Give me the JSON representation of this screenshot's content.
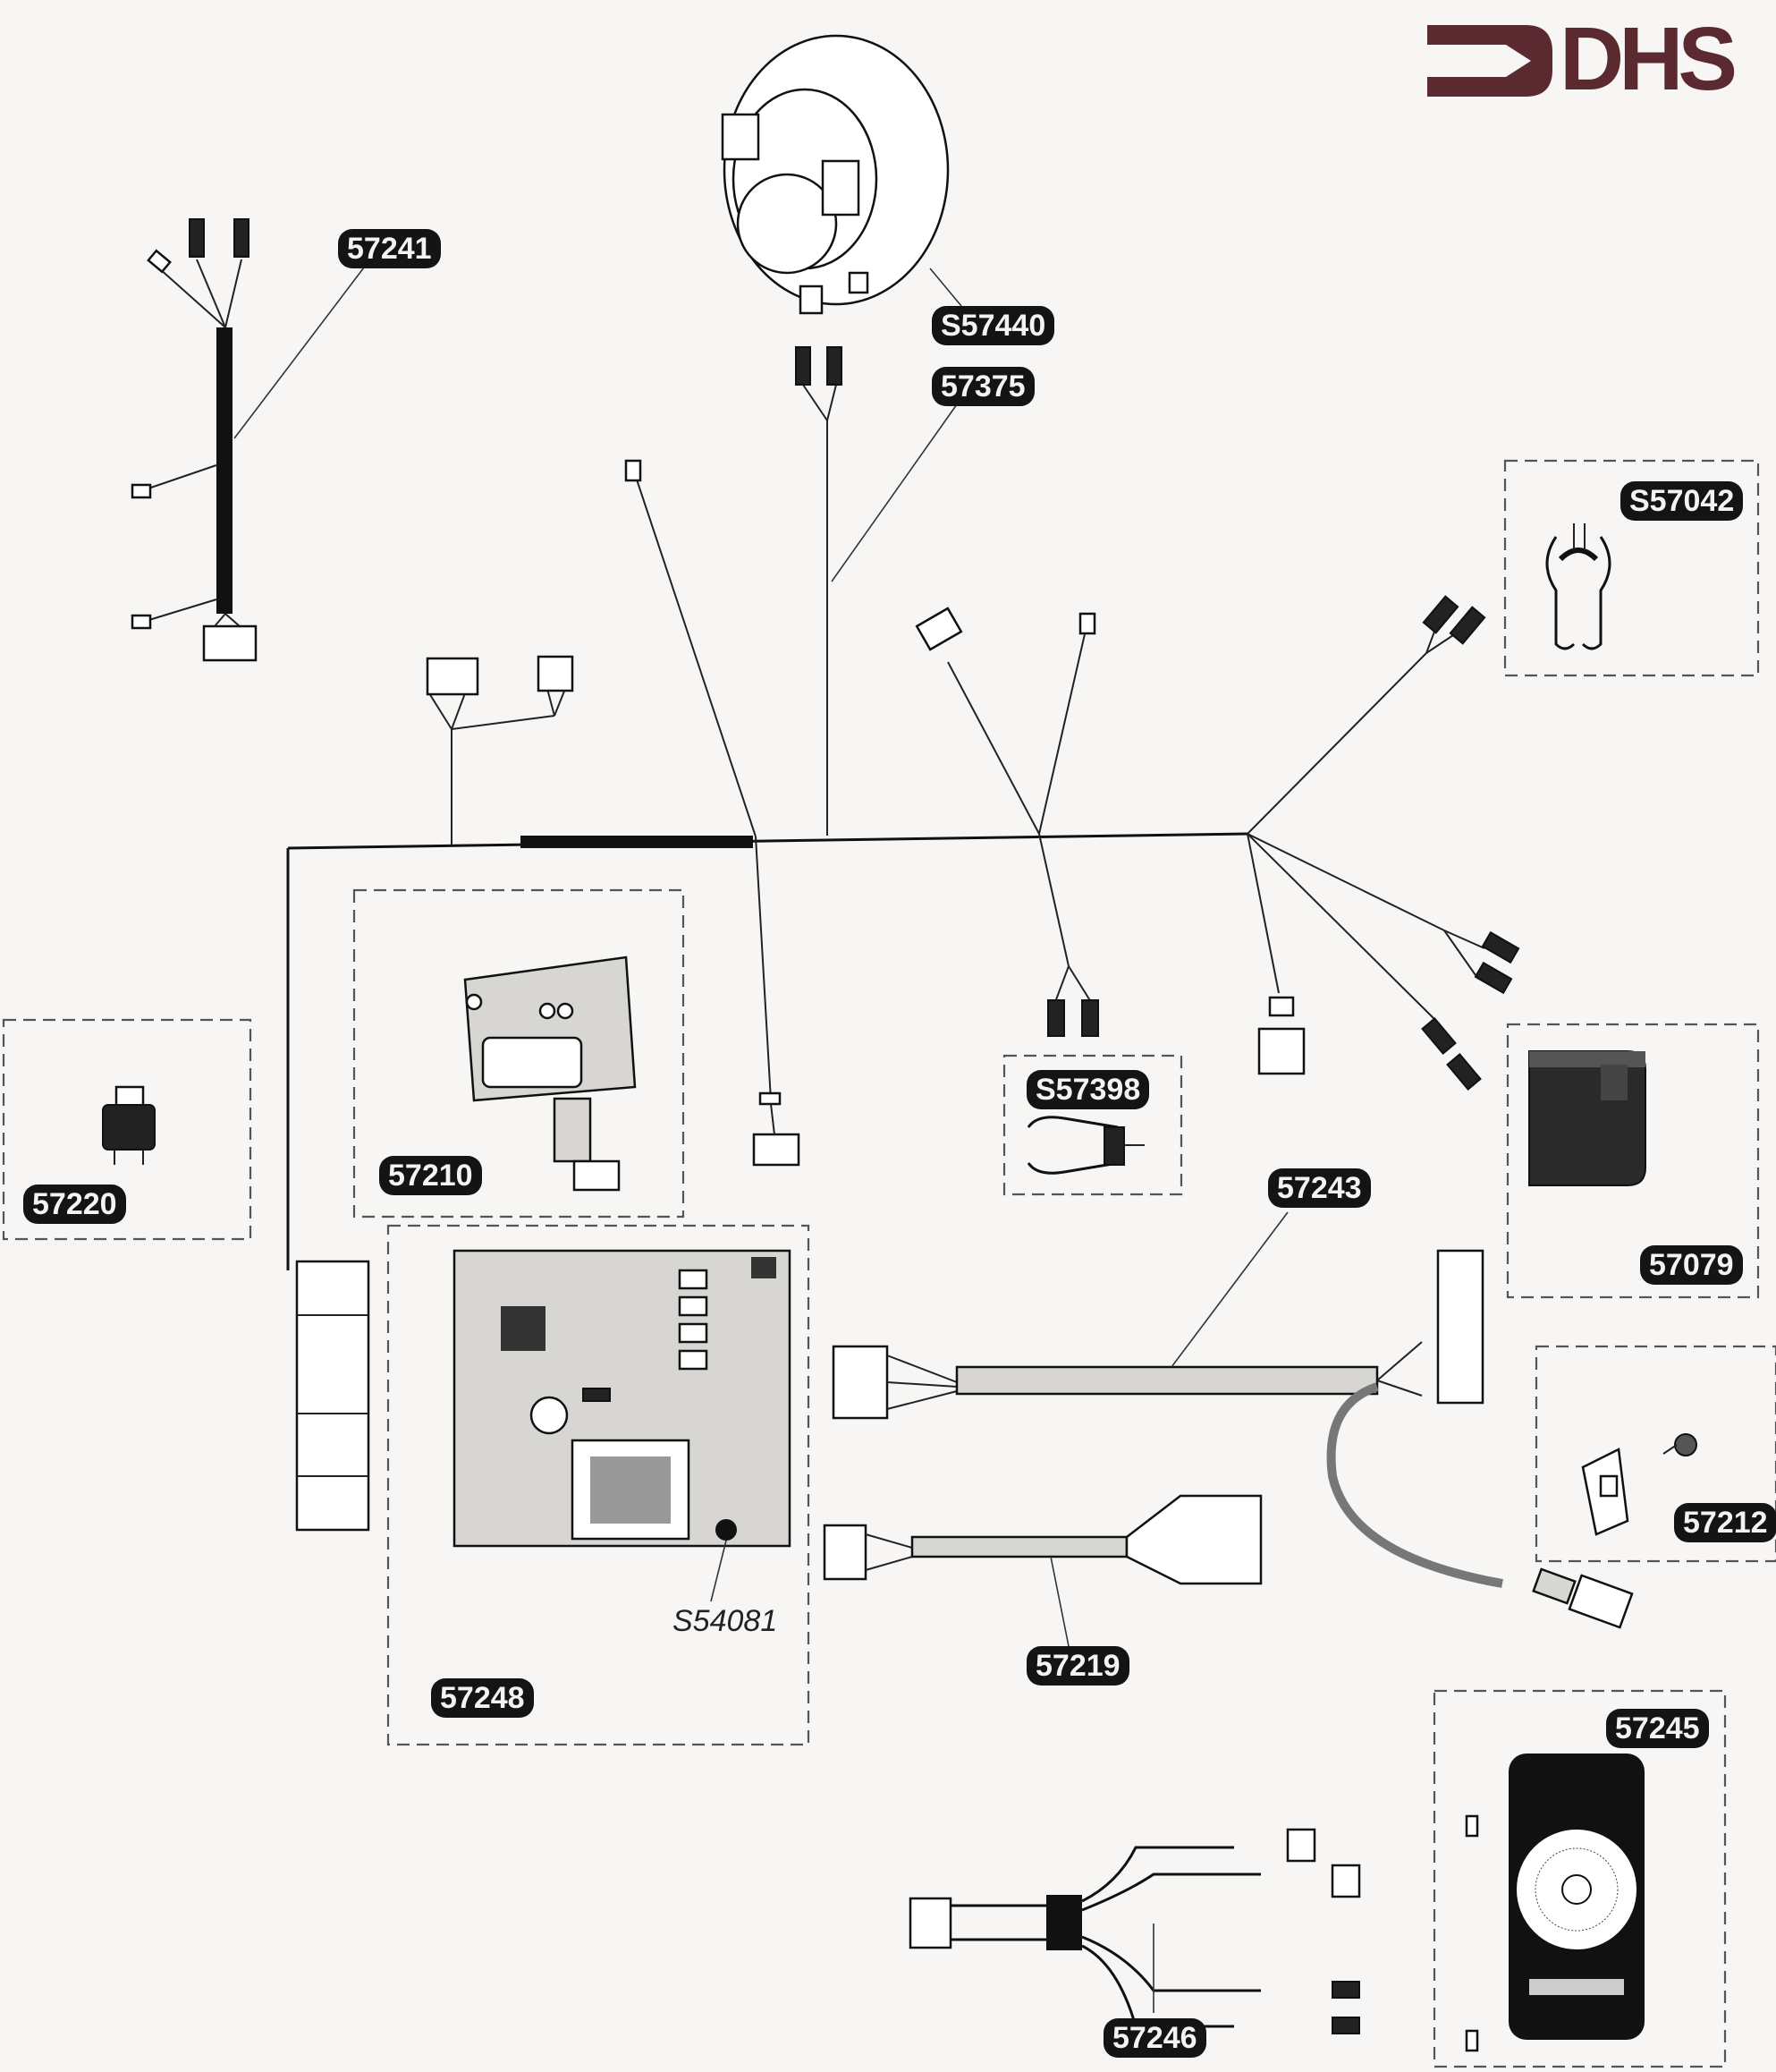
{
  "logo": {
    "text": "DHS",
    "color": "#5a2a30"
  },
  "parts": {
    "p57241": "57241",
    "pS57440": "S57440",
    "p57375": "57375",
    "pS57042": "S57042",
    "p57210": "57210",
    "p57220": "57220",
    "pS57398": "S57398",
    "p57243": "57243",
    "p57079": "57079",
    "p57212": "57212",
    "pS54081": "S54081",
    "p57248": "57248",
    "p57219": "57219",
    "p57245": "57245",
    "p57246": "57246"
  },
  "colors": {
    "label_bg": "#141414",
    "label_text": "#f3f3f3",
    "line": "#111111",
    "background": "#f7f6f4"
  }
}
